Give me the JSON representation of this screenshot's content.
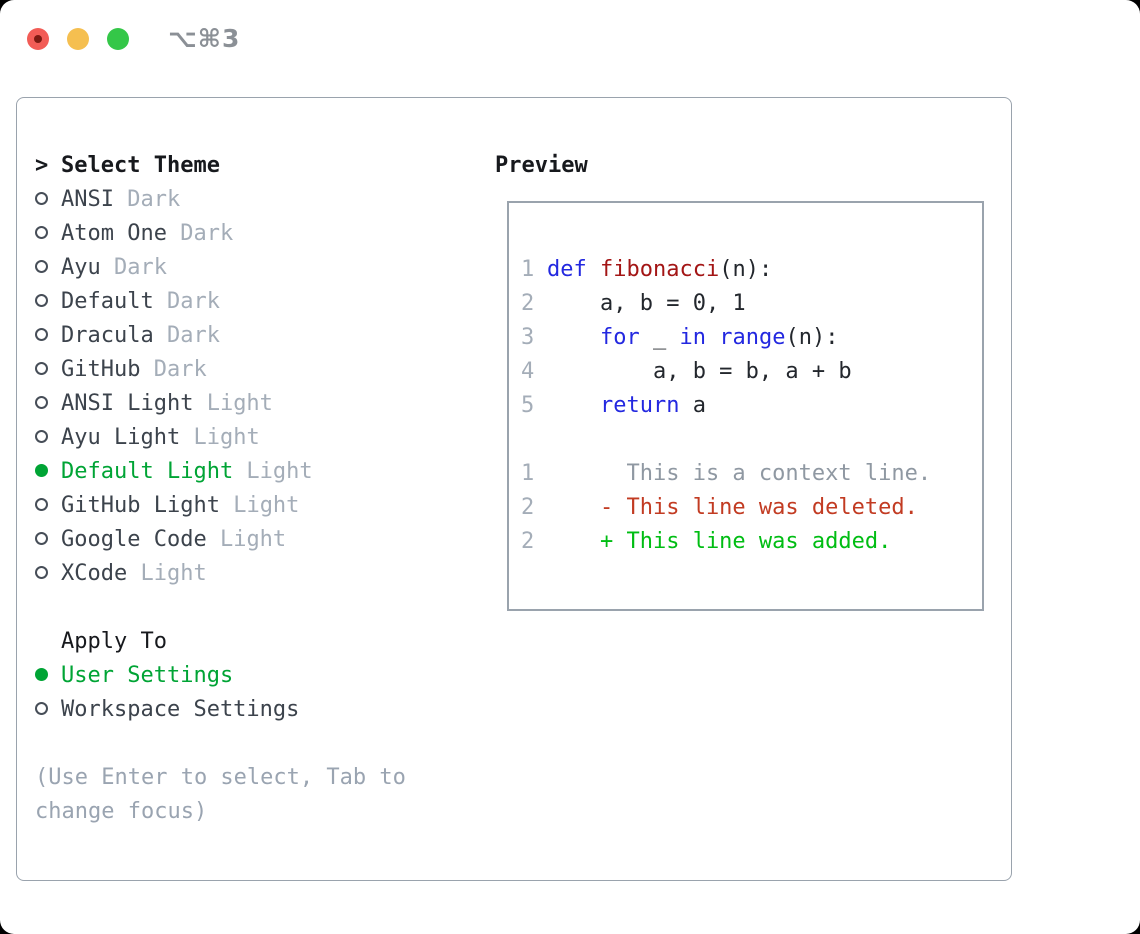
{
  "window": {
    "title": "⌥⌘3",
    "traffic_lights": {
      "close": "#f25c56",
      "close_dot": "#7c1a12",
      "minimize": "#f5bf50",
      "zoom": "#34c748"
    }
  },
  "theme_selector": {
    "cursor": ">",
    "title": "Select Theme",
    "items": [
      {
        "name": "ANSI",
        "variant": "Dark",
        "selected": false
      },
      {
        "name": "Atom One",
        "variant": "Dark",
        "selected": false
      },
      {
        "name": "Ayu",
        "variant": "Dark",
        "selected": false
      },
      {
        "name": "Default",
        "variant": "Dark",
        "selected": false
      },
      {
        "name": "Dracula",
        "variant": "Dark",
        "selected": false
      },
      {
        "name": "GitHub",
        "variant": "Dark",
        "selected": false
      },
      {
        "name": "ANSI Light",
        "variant": "Light",
        "selected": false
      },
      {
        "name": "Ayu Light",
        "variant": "Light",
        "selected": false
      },
      {
        "name": "Default Light",
        "variant": "Light",
        "selected": true
      },
      {
        "name": "GitHub Light",
        "variant": "Light",
        "selected": false
      },
      {
        "name": "Google Code",
        "variant": "Light",
        "selected": false
      },
      {
        "name": "XCode",
        "variant": "Light",
        "selected": false
      }
    ]
  },
  "apply_to": {
    "title": "Apply To",
    "options": [
      {
        "name": "User Settings",
        "selected": true
      },
      {
        "name": "Workspace Settings",
        "selected": false
      }
    ]
  },
  "hint": "(Use Enter to select, Tab to\nchange focus)",
  "preview": {
    "title": "Preview",
    "lines": [
      {
        "num": "1",
        "tokens": [
          {
            "text": "def",
            "style": "keyword"
          },
          {
            "text": " "
          },
          {
            "text": "fibonacci",
            "style": "function"
          },
          {
            "text": "(n):"
          }
        ]
      },
      {
        "num": "2",
        "tokens": [
          {
            "text": "    a, b = 0, 1"
          }
        ]
      },
      {
        "num": "3",
        "tokens": [
          {
            "text": "    "
          },
          {
            "text": "for",
            "style": "keyword"
          },
          {
            "text": " _ "
          },
          {
            "text": "in",
            "style": "keyword"
          },
          {
            "text": " "
          },
          {
            "text": "range",
            "style": "keyword"
          },
          {
            "text": "(n):"
          }
        ]
      },
      {
        "num": "4",
        "tokens": [
          {
            "text": "        a, b = b, a + b"
          }
        ]
      },
      {
        "num": "5",
        "tokens": [
          {
            "text": "    "
          },
          {
            "text": "return",
            "style": "keyword"
          },
          {
            "text": " a"
          }
        ]
      },
      {
        "num": "",
        "tokens": []
      },
      {
        "num": "1",
        "tokens": [
          {
            "text": "      This is a context line.",
            "style": "context"
          }
        ]
      },
      {
        "num": "2",
        "tokens": [
          {
            "text": "    - This line was deleted.",
            "style": "deleted"
          }
        ]
      },
      {
        "num": "2",
        "tokens": [
          {
            "text": "    + This line was added.",
            "style": "added"
          }
        ]
      }
    ]
  },
  "colors": {
    "accent_green": "#00a435",
    "added_green": "#00bd13",
    "deleted_red": "#c23b22",
    "keyword_blue": "#2328e0",
    "function_red": "#a31515",
    "muted_gray": "#a4adb8",
    "context_gray": "#8f98a2",
    "border_gray": "#9aa3ad",
    "text_dark": "#3c434c",
    "header_black": "#17191d"
  }
}
